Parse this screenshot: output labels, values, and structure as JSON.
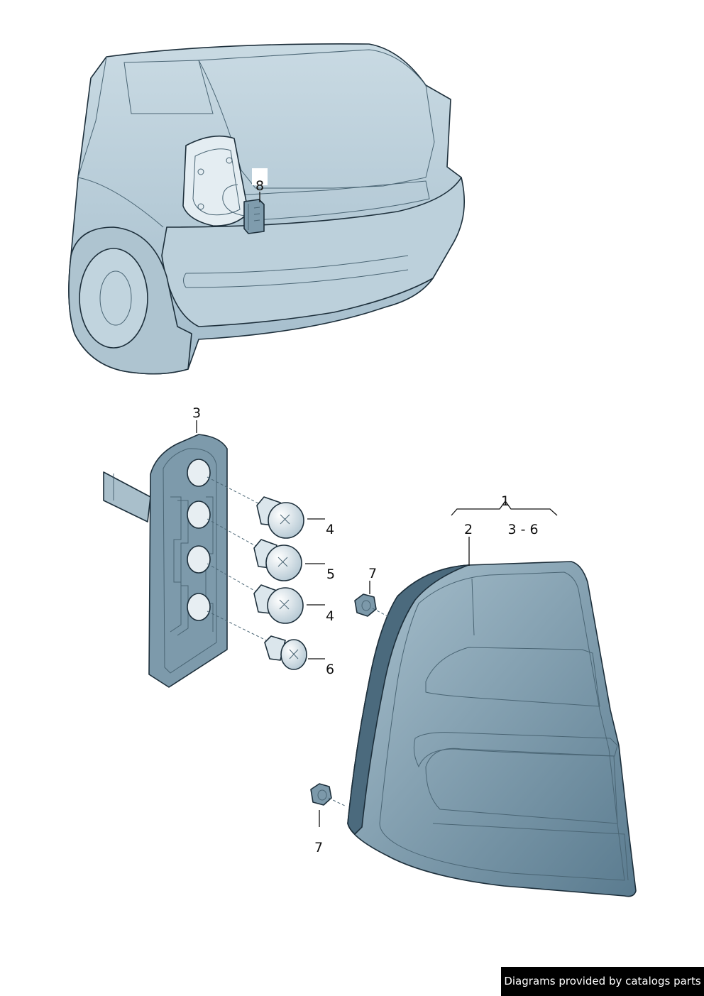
{
  "callouts": {
    "c1": "1",
    "c2": "2",
    "c3_6": "3 - 6",
    "c3": "3",
    "c4a": "4",
    "c5": "5",
    "c4b": "4",
    "c6": "6",
    "c7a": "7",
    "c7b": "7",
    "c8": "8"
  },
  "footer": {
    "credit": "Diagrams provided by catalogs parts"
  },
  "colors": {
    "car_body": "#c2d4de",
    "car_shadow": "#a9c0cc",
    "lamp_dark": "#5f7f92",
    "lamp_light": "#9fb8c6",
    "outline": "#1d2f3b"
  }
}
